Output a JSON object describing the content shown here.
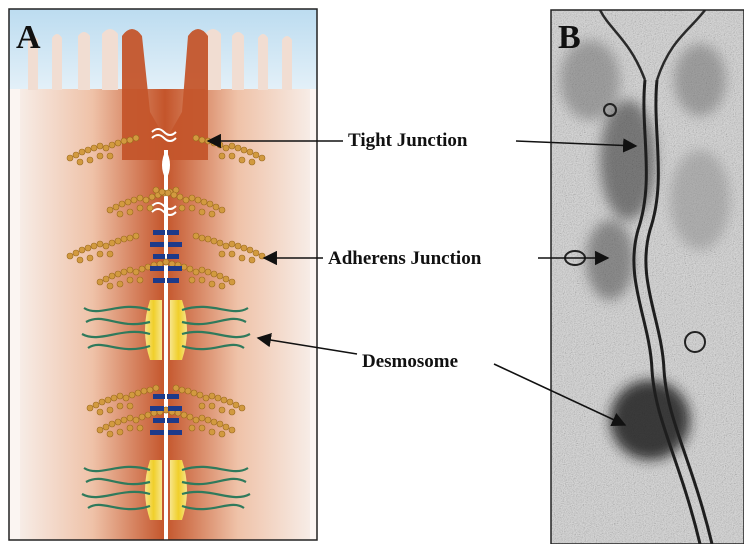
{
  "figure": {
    "panels": [
      {
        "letter": "A",
        "kind": "schematic drawing"
      },
      {
        "letter": "B",
        "kind": "electron micrograph"
      }
    ],
    "labels": {
      "tight_junction": "Tight Junction",
      "adherens_junction": "Adherens Junction",
      "desmosome": "Desmosome"
    },
    "colors": {
      "apical": "#cfe6f5",
      "cell_dark": "#c5552a",
      "cell_light": "#f6e7df",
      "actin": "#d29a3f",
      "cadherin": "#1d3a8a",
      "desmosome_plaque": "#f2d84a",
      "keratin": "#2f7a5c",
      "micrograph_bg": "#d8d8d8",
      "membrane": "#1e1e1e"
    }
  }
}
